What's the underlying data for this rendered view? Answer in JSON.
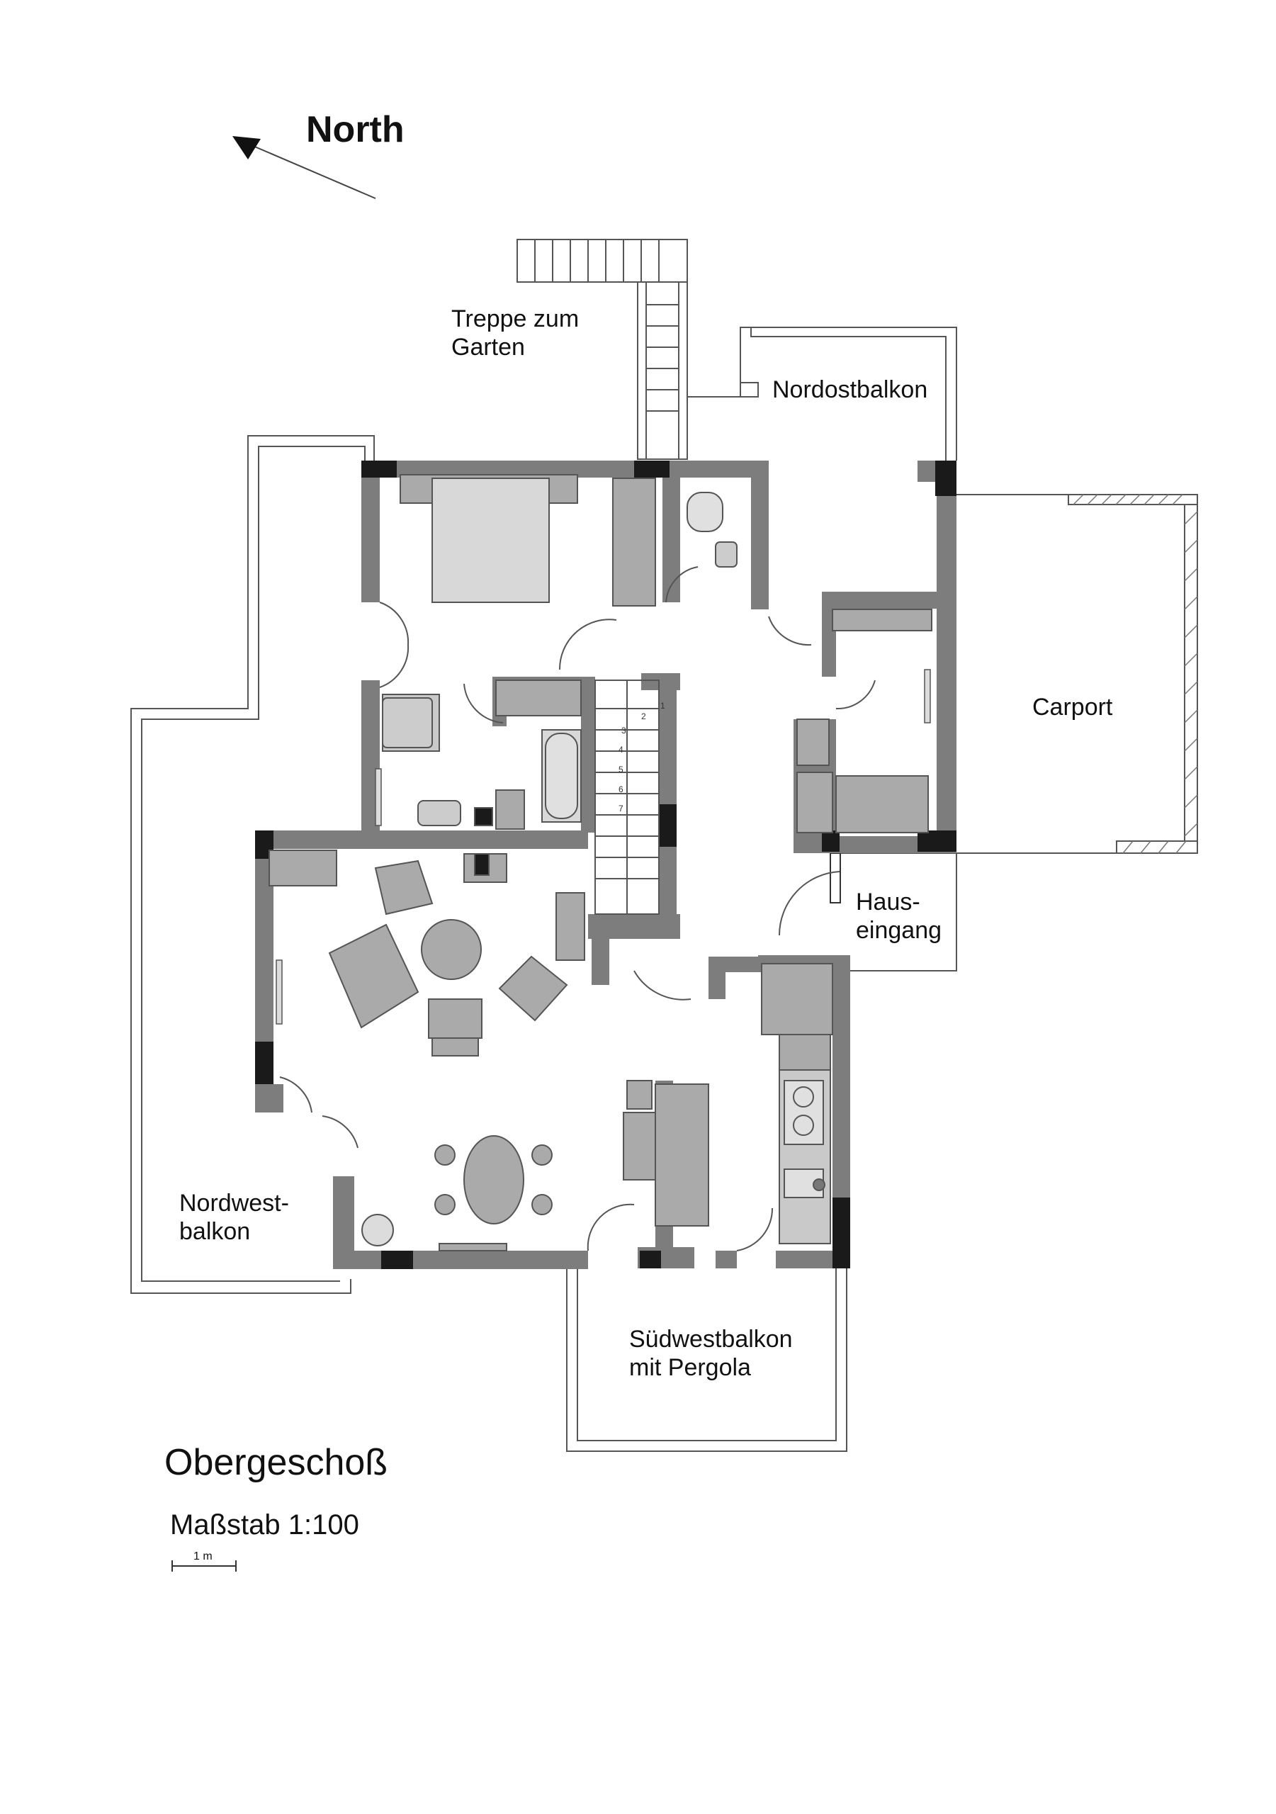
{
  "compass": {
    "label": "North"
  },
  "rooms": {
    "garden_stairs": [
      "Treppe zum",
      "Garten"
    ],
    "northeast_balcony": [
      "Nordostbalkon"
    ],
    "carport": [
      "Carport"
    ],
    "entrance": [
      "Haus-",
      "eingang"
    ],
    "northwest_balcony": [
      "Nordwest-",
      "balkon"
    ],
    "southwest_balcony": [
      "Südwestbalkon",
      "mit Pergola"
    ]
  },
  "floor": {
    "title": "Obergeschoß"
  },
  "scale": {
    "label": "Maßstab 1:100",
    "bar_label": "1 m"
  },
  "stair_steps": [
    "1",
    "2",
    "3",
    "4",
    "5",
    "6",
    "7"
  ],
  "colors": {
    "wall": "#7d7d7d",
    "pillar": "#1a1a1a",
    "furniture": "#aaaaaa",
    "line": "#555555"
  }
}
